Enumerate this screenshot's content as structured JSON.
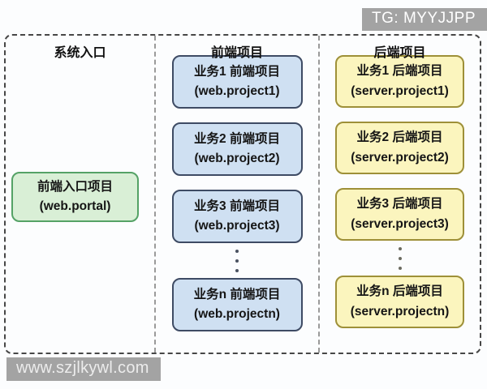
{
  "watermarks": {
    "top": "TG: MYYJJPP",
    "bottom": "www.szjlkywl.com"
  },
  "colors": {
    "entry_node_fill": "#d9efd6",
    "entry_node_border": "#55a266",
    "frontend_node_fill": "#cfe0f2",
    "frontend_node_border": "#3e4b64",
    "backend_node_fill": "#fbf5be",
    "backend_node_border": "#9e9038",
    "watermark_bg": "#a3a3a3"
  },
  "columns": [
    {
      "header": "系统入口",
      "boxes": [
        {
          "line1": "前端入口项目",
          "line2": "(web.portal)"
        }
      ]
    },
    {
      "header": "前端项目",
      "boxes": [
        {
          "line1": "业务1 前端项目",
          "line2": "(web.project1)"
        },
        {
          "line1": "业务2 前端项目",
          "line2": "(web.project2)"
        },
        {
          "line1": "业务3 前端项目",
          "line2": "(web.project3)"
        },
        {
          "line1": "业务n 前端项目",
          "line2": "(web.projectn)"
        }
      ],
      "ellipsis_after_index": 2
    },
    {
      "header": "后端项目",
      "boxes": [
        {
          "line1": "业务1 后端项目",
          "line2": "(server.project1)"
        },
        {
          "line1": "业务2 后端项目",
          "line2": "(server.project2)"
        },
        {
          "line1": "业务3 后端项目",
          "line2": "(server.project3)"
        },
        {
          "line1": "业务n 后端项目",
          "line2": "(server.projectn)"
        }
      ],
      "ellipsis_after_index": 2
    }
  ]
}
